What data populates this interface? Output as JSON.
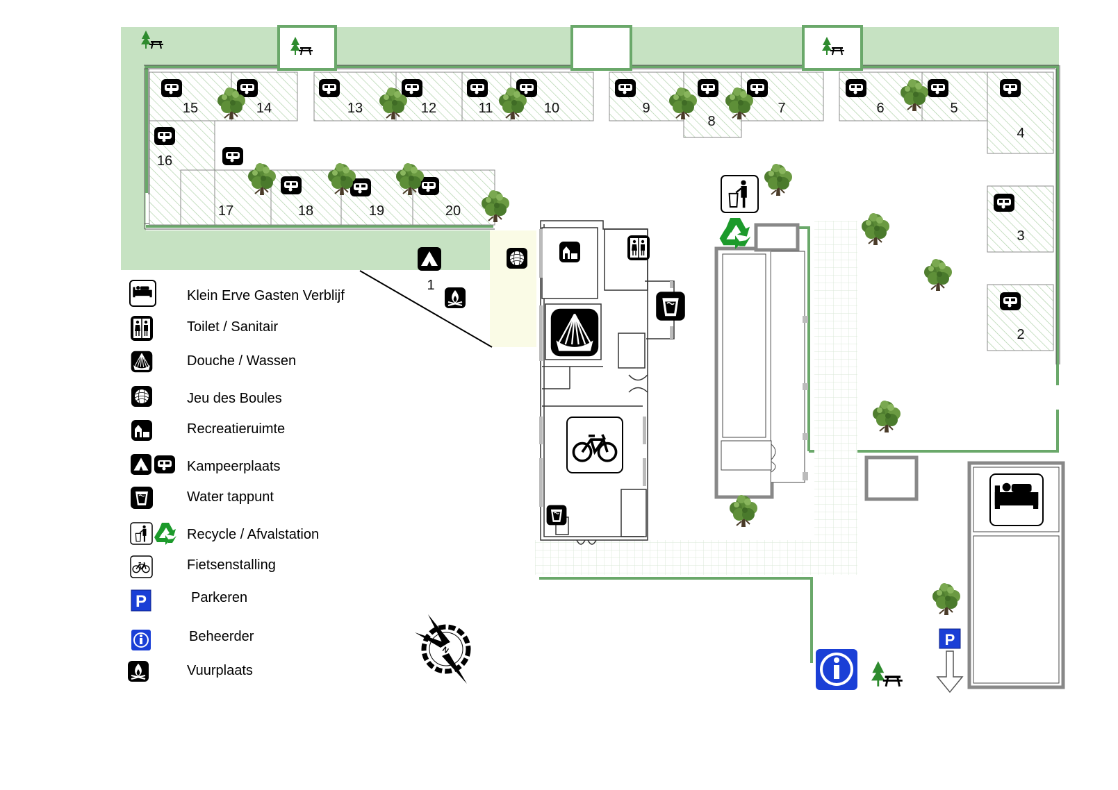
{
  "pitches": [
    "1",
    "2",
    "3",
    "4",
    "5",
    "6",
    "7",
    "8",
    "9",
    "10",
    "11",
    "12",
    "13",
    "14",
    "15",
    "16",
    "17",
    "18",
    "19",
    "20"
  ],
  "legend": [
    {
      "icon": "bed-icon",
      "label": "Klein Erve Gasten Verblijf"
    },
    {
      "icon": "toilet-icon",
      "label": "Toilet / Sanitair"
    },
    {
      "icon": "shower-icon",
      "label": "Douche / Wassen"
    },
    {
      "icon": "boules-icon",
      "label": "Jeu des Boules"
    },
    {
      "icon": "recreation-icon",
      "label": "Recreatieruimte"
    },
    {
      "icon": "tent-caravan-icon",
      "label": "Kampeerplaats"
    },
    {
      "icon": "water-tap-icon",
      "label": "Water tappunt"
    },
    {
      "icon": "recycle-icon",
      "label": "Recycle / Afvalstation"
    },
    {
      "icon": "bicycle-icon",
      "label": "Fietsenstalling"
    },
    {
      "icon": "parking-icon",
      "label": "Parkeren"
    },
    {
      "icon": "info-icon",
      "label": "Beheerder"
    },
    {
      "icon": "campfire-icon",
      "label": "Vuurplaats"
    }
  ],
  "compass_label": "N",
  "parking_letter": "P",
  "colors": {
    "grass": "#c6e2c2",
    "hedge": "#6aa86a",
    "plot_hatch": "#9fc79a",
    "info_blue": "#1a3fd6",
    "tree_leaf": "#5f8f3a"
  }
}
